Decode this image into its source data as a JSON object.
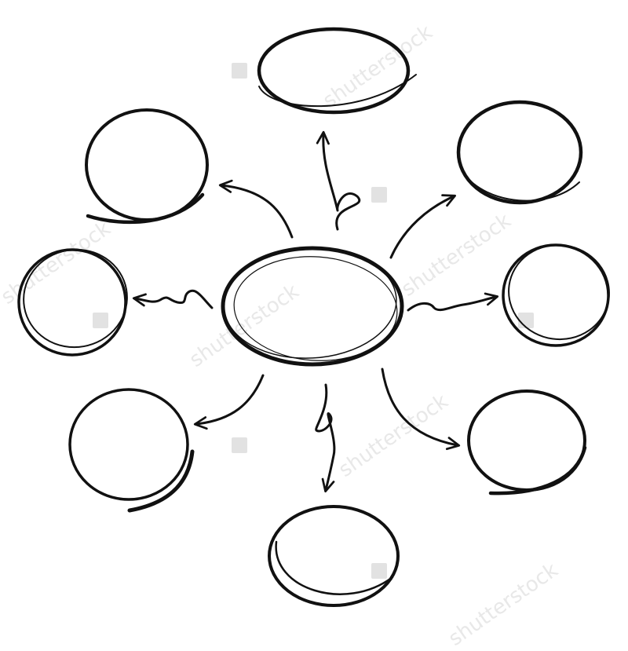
{
  "watermark": {
    "text": "shutterstock",
    "color": "#e6e6e6"
  },
  "diagram": {
    "type": "hand-drawn mind map",
    "stroke_color": "#111111",
    "center_node": {
      "shape": "ellipse",
      "label": ""
    },
    "satellite_nodes": [
      {
        "id": "top",
        "shape": "ellipse",
        "label": ""
      },
      {
        "id": "top-right",
        "shape": "ellipse",
        "label": ""
      },
      {
        "id": "right",
        "shape": "circle",
        "label": ""
      },
      {
        "id": "bottom-right",
        "shape": "ellipse",
        "label": ""
      },
      {
        "id": "bottom",
        "shape": "ellipse",
        "label": ""
      },
      {
        "id": "bottom-left",
        "shape": "ellipse",
        "label": ""
      },
      {
        "id": "left",
        "shape": "circle",
        "label": ""
      },
      {
        "id": "top-left",
        "shape": "ellipse",
        "label": ""
      }
    ],
    "connectors": [
      {
        "from": "center",
        "to": "top",
        "style": "loop-arrow"
      },
      {
        "from": "center",
        "to": "top-right",
        "style": "curved-arrow"
      },
      {
        "from": "center",
        "to": "right",
        "style": "squiggle-arrow"
      },
      {
        "from": "center",
        "to": "bottom-right",
        "style": "curved-arrow"
      },
      {
        "from": "center",
        "to": "bottom",
        "style": "loop-arrow"
      },
      {
        "from": "center",
        "to": "bottom-left",
        "style": "curved-arrow"
      },
      {
        "from": "center",
        "to": "left",
        "style": "squiggle-arrow"
      },
      {
        "from": "center",
        "to": "top-left",
        "style": "curved-arrow"
      }
    ]
  }
}
